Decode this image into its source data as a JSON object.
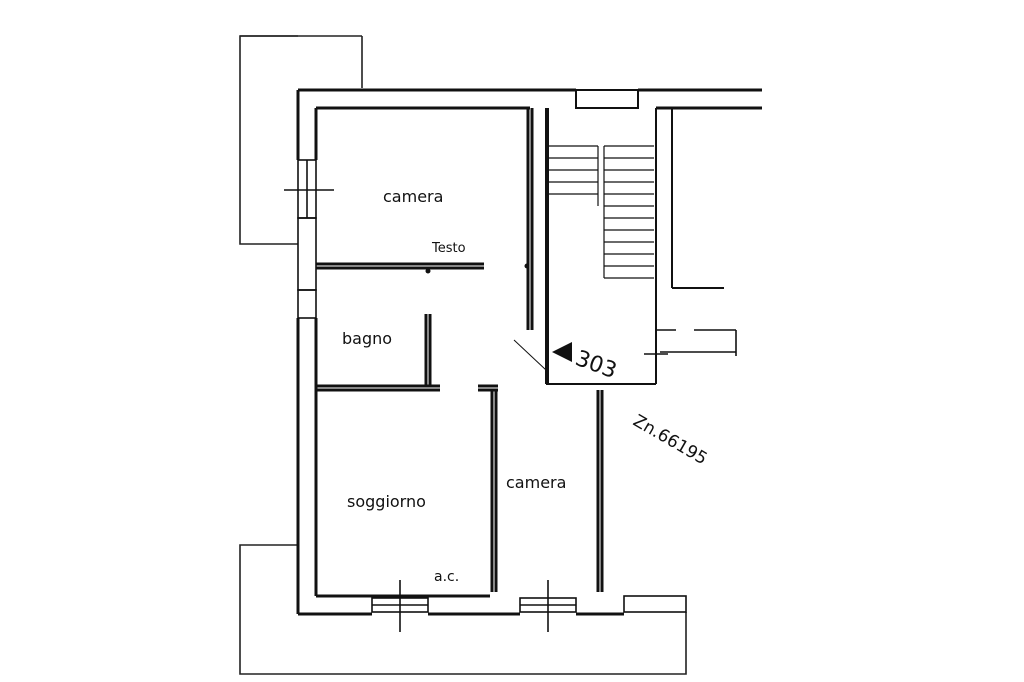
{
  "plan": {
    "rooms": {
      "camera_top": "camera",
      "bagno": "bagno",
      "soggiorno": "soggiorno",
      "camera_bottom": "camera"
    },
    "annotations": {
      "testo": "Testo",
      "ac": "a.c.",
      "stamp_code": "Zn.66195",
      "stair_mark": "303"
    },
    "colors": {
      "ink": "#111111",
      "paper": "#ffffff"
    }
  }
}
